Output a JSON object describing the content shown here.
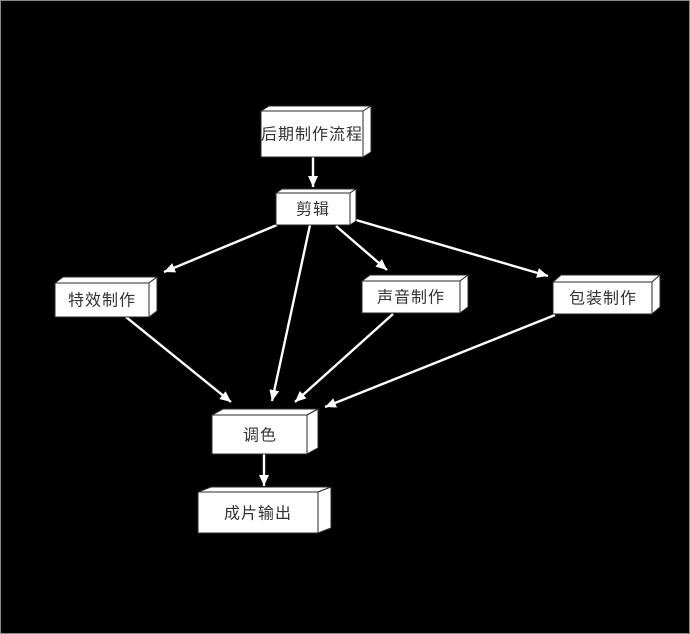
{
  "diagram": {
    "colors": {
      "background": "#000000",
      "node_fill": "#ffffff",
      "node_stroke": "#2a2a2a",
      "node_text": "#333333",
      "arrow": "#ffffff"
    },
    "nodes": [
      {
        "id": "post-production-process",
        "label": "后期制作流程"
      },
      {
        "id": "editing",
        "label": "剪辑"
      },
      {
        "id": "vfx-production",
        "label": "特效制作"
      },
      {
        "id": "sound-production",
        "label": "声音制作"
      },
      {
        "id": "packaging-production",
        "label": "包装制作"
      },
      {
        "id": "color-grading",
        "label": "调色"
      },
      {
        "id": "final-output",
        "label": "成片输出"
      }
    ],
    "edges": [
      {
        "from": "后期制作流程",
        "to": "剪辑"
      },
      {
        "from": "剪辑",
        "to": "特效制作"
      },
      {
        "from": "剪辑",
        "to": "声音制作"
      },
      {
        "from": "剪辑",
        "to": "包装制作"
      },
      {
        "from": "剪辑",
        "to": "调色"
      },
      {
        "from": "特效制作",
        "to": "调色"
      },
      {
        "from": "声音制作",
        "to": "调色"
      },
      {
        "from": "包装制作",
        "to": "调色"
      },
      {
        "from": "调色",
        "to": "成片输出"
      }
    ]
  }
}
